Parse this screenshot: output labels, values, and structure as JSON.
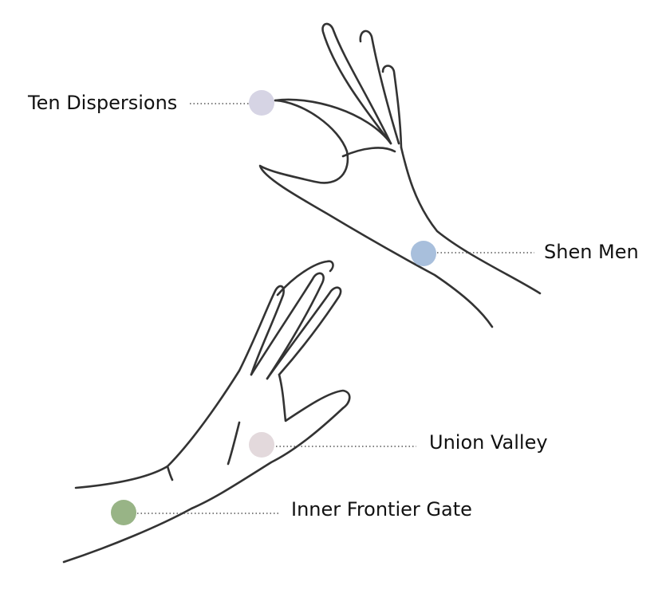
{
  "points": [
    {
      "id": "ten-dispersions",
      "label": "Ten Dispersions",
      "color": "#d6d4e4"
    },
    {
      "id": "shen-men",
      "label": "Shen Men",
      "color": "#a8bfdc"
    },
    {
      "id": "union-valley",
      "label": "Union Valley",
      "color": "#e3d9dc"
    },
    {
      "id": "inner-frontier-gate",
      "label": "Inner Frontier Gate",
      "color": "#98b486"
    }
  ]
}
